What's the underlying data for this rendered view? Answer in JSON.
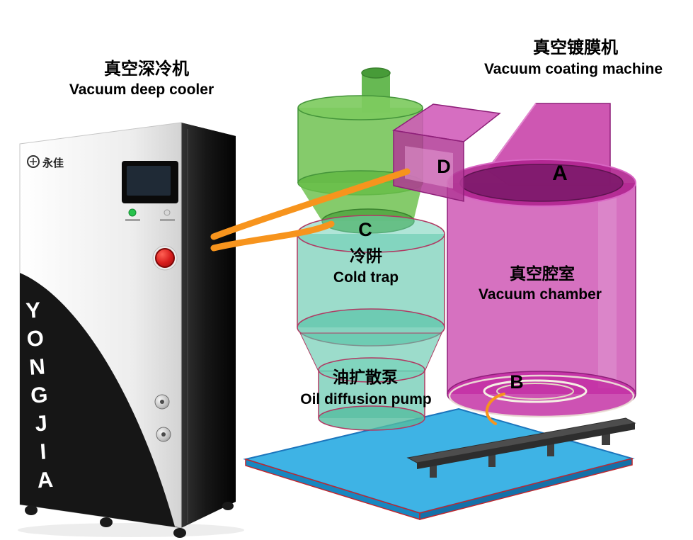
{
  "left_machine": {
    "title_zh": "真空深冷机",
    "title_en": "Vacuum deep cooler",
    "brand_vertical": "YONGJIA",
    "logo_zh": "永佳"
  },
  "right_machine": {
    "title_zh": "真空镀膜机",
    "title_en": "Vacuum coating machine"
  },
  "parts": {
    "cold_trap_zh": "冷阱",
    "cold_trap_en": "Cold trap",
    "oil_pump_zh": "油扩散泵",
    "oil_pump_en": "Oil diffusion pump",
    "chamber_zh": "真空腔室",
    "chamber_en": "Vacuum chamber"
  },
  "markers": {
    "a": "A",
    "b": "B",
    "c": "C",
    "d": "D"
  },
  "colors": {
    "green": "#6abf4b",
    "teal": "#5fc6ab",
    "magenta": "#c127a0",
    "blue": "#29abe2",
    "orange": "#f7941d",
    "cabinet_black": "#161616"
  }
}
